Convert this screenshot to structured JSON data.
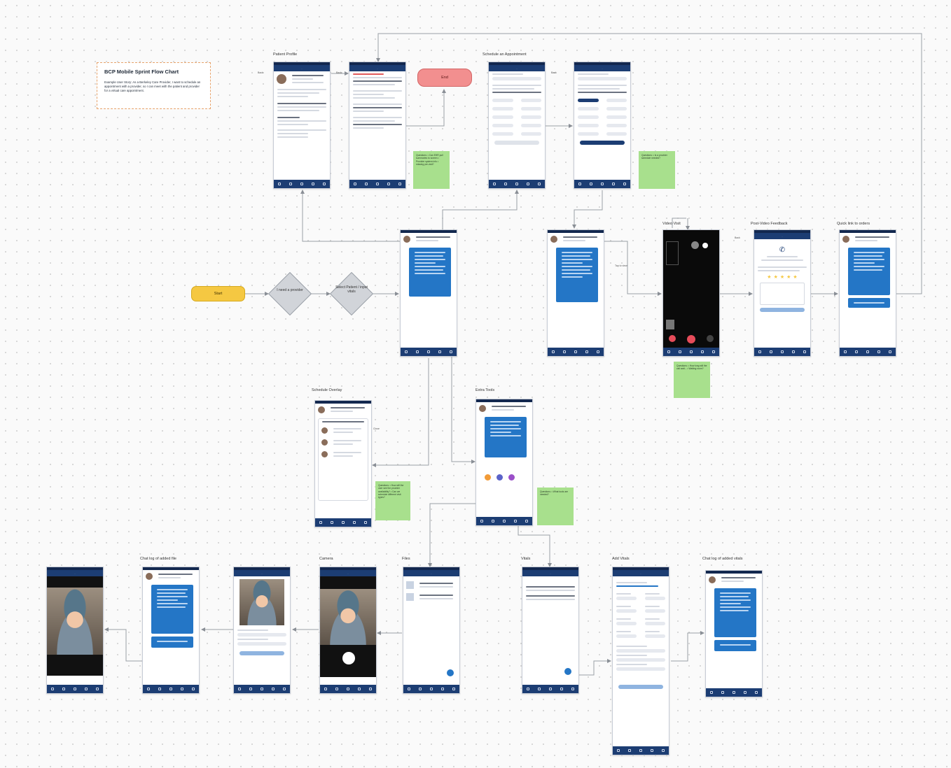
{
  "story": {
    "title": "BCP Mobile Sprint Flow Chart",
    "body": "Example User Story: As a Berkeley Care Provider, I want to schedule an appointment with a provider, so I can meet with the patient and provider for a virtual care appointment."
  },
  "flow": {
    "start": "Start",
    "end": "End",
    "decision1": "I need a provider",
    "decision2": "Select Patient / input vitals"
  },
  "frame_titles": {
    "patient_profile": "Patient Profile",
    "schedule_appt": "Schedule an Appointment",
    "video_visit": "Video Visit",
    "post_video": "Post-Video Feedback",
    "quick_link": "Quick link to orders",
    "schedule_overlay": "Schedule Overlay",
    "extra_tools": "Extra Tools",
    "chat_log_file": "Chat log of added file",
    "camera": "Camera",
    "files": "Files",
    "vitals": "Vitals",
    "add_vitals": "Add Vitals",
    "chat_log_vitals": "Chat log of added vitals"
  },
  "connector_labels": {
    "back1": "Back",
    "back2": "Back",
    "back3": "Back",
    "back4": "Back",
    "close": "Close",
    "tap_video": "Tap to view"
  },
  "stickies": {
    "s1": "Questions: • Can EHR pull summaries to screen • Provider system info • missing pre-visit?",
    "s2": "Questions: • Is a provider schedule needed?",
    "s3": "Questions: • How long will the call wait... • Waiting room?",
    "s4": "Questions: • How will the user see the provider availability? • Can we schedule different visit types?",
    "s5": "Questions: • What tools are needed?"
  },
  "colors": {
    "navy": "#1c3d73",
    "chat_blue": "#2476c6",
    "start": "#f5c842",
    "end": "#f28f8f",
    "sticky": "#a8e08d"
  },
  "icons": [
    "camera-icon",
    "mic-icon",
    "end-call-icon",
    "star-icon",
    "paperclip-icon",
    "file-icon"
  ]
}
